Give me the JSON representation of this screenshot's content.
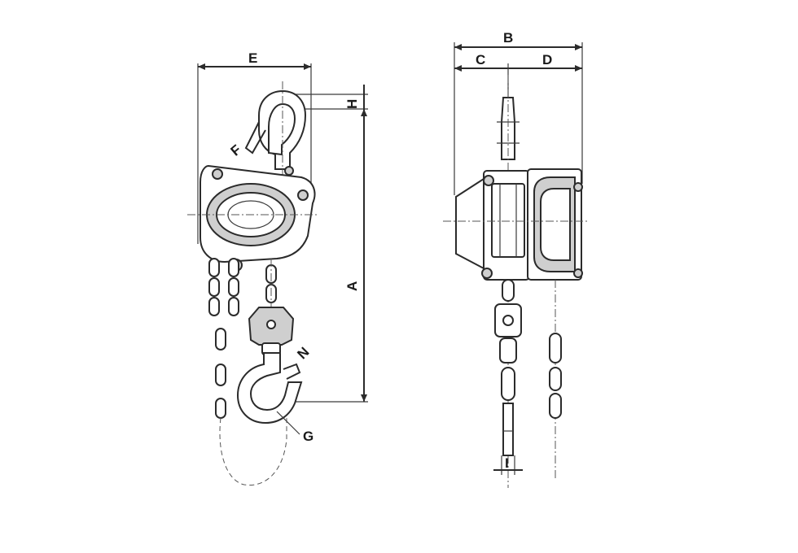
{
  "diagram": {
    "dimension_labels": {
      "A": "A",
      "B": "B",
      "C": "C",
      "D": "D",
      "E": "E",
      "F": "F",
      "G": "G",
      "H": "H",
      "I": "I",
      "N": "N"
    },
    "colors": {
      "ink": "#2b2b2b",
      "background": "#ffffff",
      "shade": "#cfcfcf"
    }
  }
}
